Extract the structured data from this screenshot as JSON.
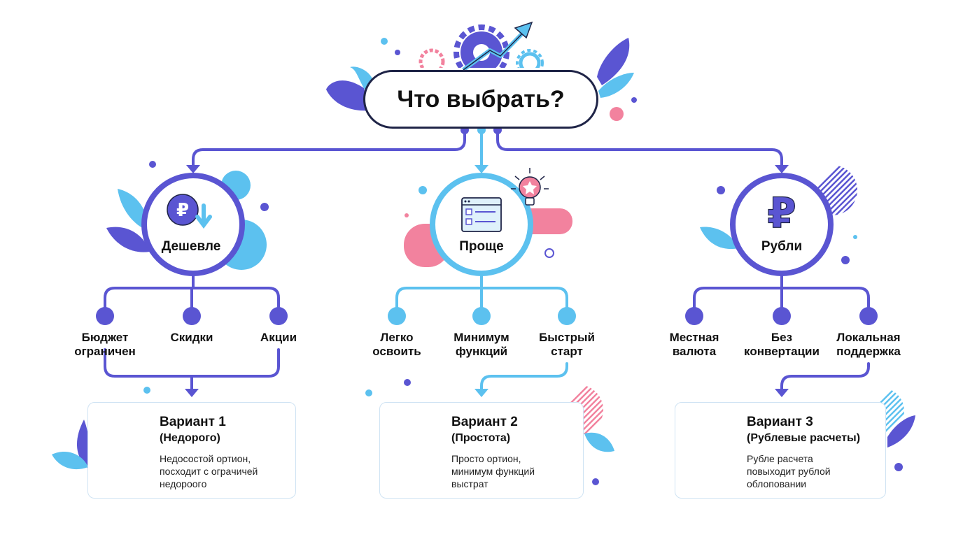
{
  "title": "Что выбрать?",
  "branches": [
    {
      "title": "Дешевле",
      "options": [
        [
          "Бюджет",
          "ограничен"
        ],
        [
          "Скидки"
        ],
        [
          "Акции"
        ]
      ],
      "card": {
        "title": "Вариант 1",
        "subtitle": "(Недорого)",
        "description": [
          "Недосостой ортион,",
          "посходит с огрaчичей",
          "недоpooгo"
        ]
      }
    },
    {
      "title": "Проще",
      "options": [
        [
          "Легко",
          "освоить"
        ],
        [
          "Минимум",
          "функций"
        ],
        [
          "Быстрый",
          "старт"
        ]
      ],
      "card": {
        "title": "Вариант 2",
        "subtitle": "(Простота)",
        "description": [
          "Просто ортион,",
          "минимум функций",
          "выстрат"
        ]
      }
    },
    {
      "title": "Рубли",
      "options": [
        [
          "Местная",
          "валюта"
        ],
        [
          "Без",
          "конвертации"
        ],
        [
          "Локальная",
          "поддержка"
        ]
      ],
      "card": {
        "title": "Вариант 3",
        "subtitle": "(Рублевые расчеты)",
        "description": [
          "Рубле расчета",
          "повыходит рублой",
          "облоповании"
        ]
      }
    }
  ],
  "icons": {
    "header": [
      "gear-icon",
      "growth-arrow-icon"
    ],
    "branch": [
      "ruble-down-icon",
      "checklist-window-icon",
      "ruble-icon"
    ],
    "accessory": [
      "lightbulb-star-icon"
    ],
    "card": [
      [
        "banknote-icon",
        "ruble-down-icon"
      ],
      [
        "checklist-window-icon",
        "star-icon"
      ],
      [
        "ruble-coin-icon",
        "coin-stack-icon"
      ]
    ]
  },
  "colors": {
    "purple": "#5a55d2",
    "blue": "#5cc1ef",
    "pink": "#f2829e",
    "dark": "#1f2447"
  }
}
